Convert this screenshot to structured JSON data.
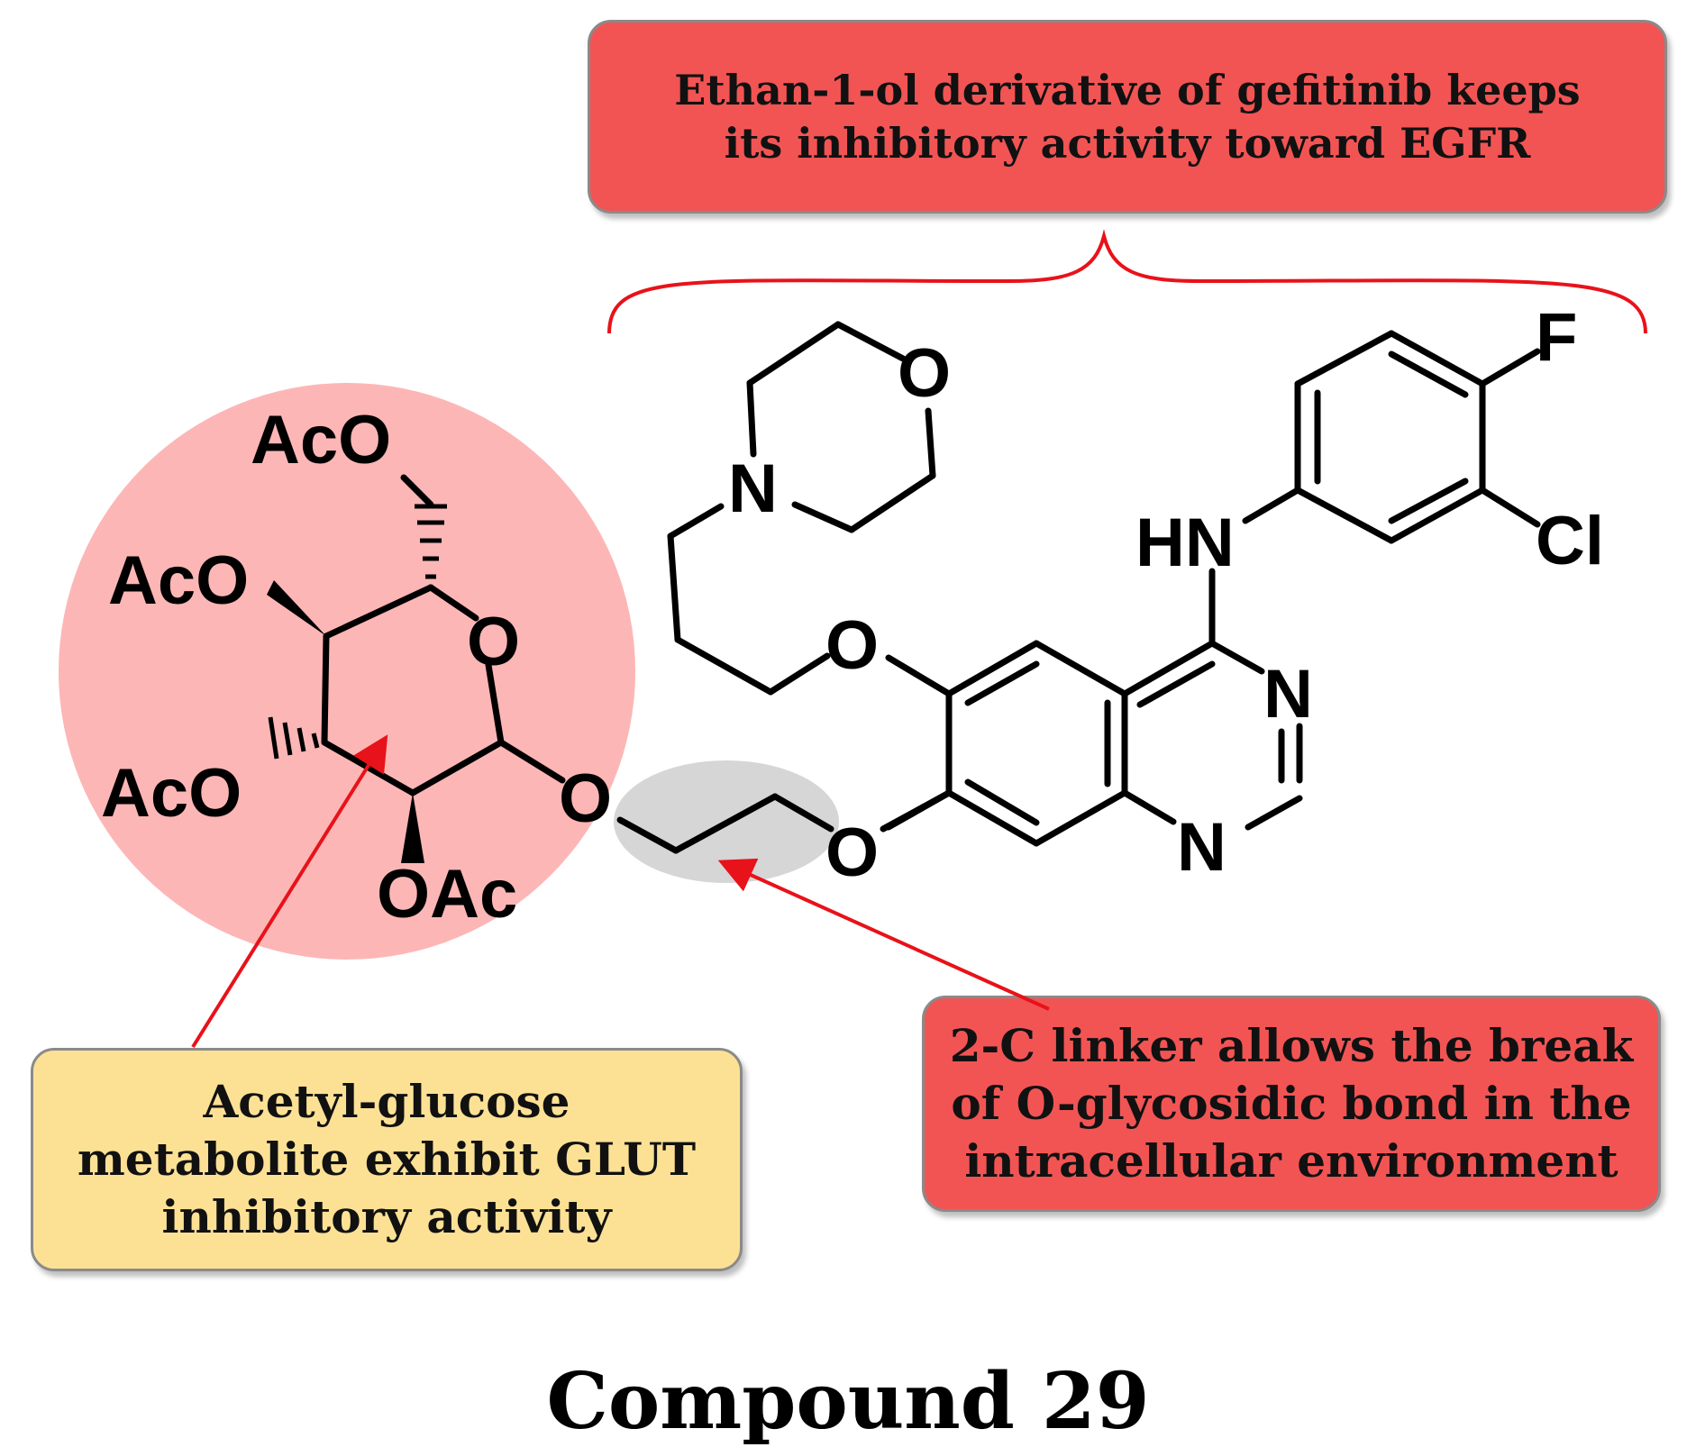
{
  "colors": {
    "red_callout": "#f25454",
    "yellow_callout": "#fce195",
    "sugar_highlight": "#fdb6b6",
    "linker_highlight": "#d6d6d6",
    "annotation_red": "#e8121a"
  },
  "callouts": {
    "egfr": [
      "Ethan-1-ol derivative of gefitinib keeps",
      "its inhibitory activity toward EGFR"
    ],
    "glut": [
      "Acetyl-glucose",
      "metabolite exhibit GLUT",
      "inhibitory activity"
    ],
    "linker": [
      "2-C linker allows the break",
      "of O-glycosidic bond in the",
      "intracellular environment"
    ]
  },
  "atoms": {
    "aco_top": "AcO",
    "aco_left": "AcO",
    "aco_bottom_left": "AcO",
    "oac": "OAc",
    "ring_o": "O",
    "glycosidic_o": "O",
    "ether_o_lower": "O",
    "ether_o_upper": "O",
    "morpholine_n": "N",
    "morpholine_o": "O",
    "nh": "HN",
    "quinazoline_n3": "N",
    "quinazoline_n1": "N",
    "fluorine": "F",
    "chlorine": "Cl"
  },
  "compound_title": "Compound 29"
}
